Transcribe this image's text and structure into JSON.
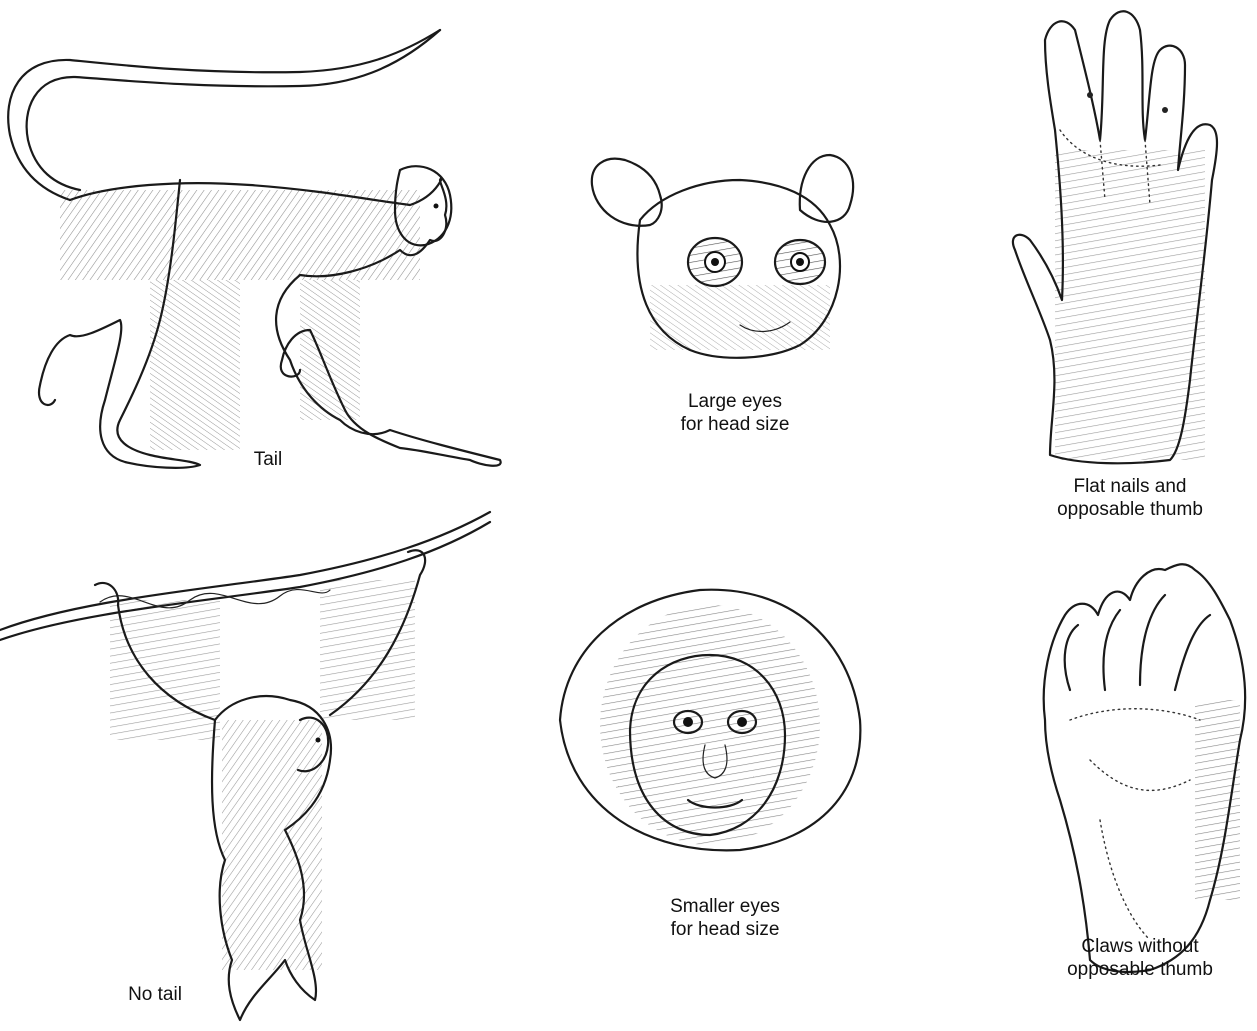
{
  "labels": {
    "tail": "Tail",
    "no_tail": "No tail",
    "large_eyes": "Large eyes\nfor head size",
    "smaller_eyes": "Smaller eyes\nfor head size",
    "flat_nails": "Flat nails and\nopposable thumb",
    "claws": "Claws without\nopposable thumb"
  }
}
